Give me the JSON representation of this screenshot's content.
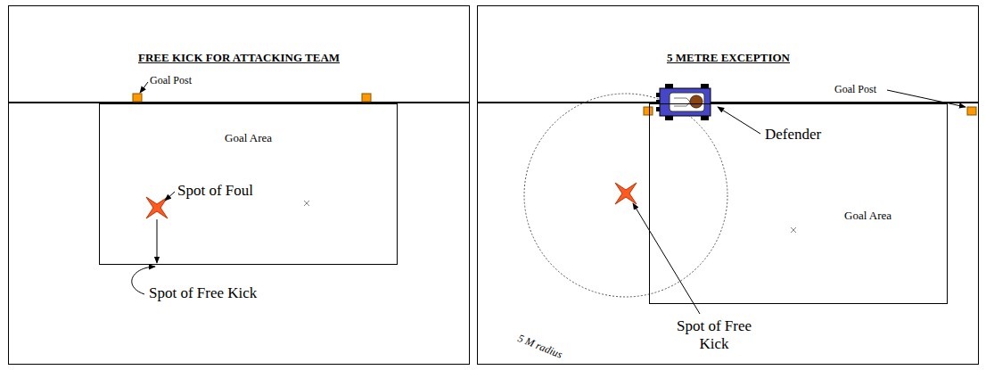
{
  "diagram": {
    "nodes": [
      {
        "text": [
          "FREE KICK FOR ATTACKING TEAM"
        ]
      },
      {
        "text": [
          "Goal Area"
        ],
        "in": 0
      },
      {
        "text": [
          "5 METRE EXCEPTION"
        ]
      },
      {
        "text": [
          "Goal Area"
        ],
        "in": 2
      }
    ],
    "labels": [
      "Goal Post",
      "Spot of Foul",
      "Spot of Free Kick",
      "Goal Post",
      "Defender",
      "Spot of Free Kick",
      "5 M radius"
    ]
  }
}
